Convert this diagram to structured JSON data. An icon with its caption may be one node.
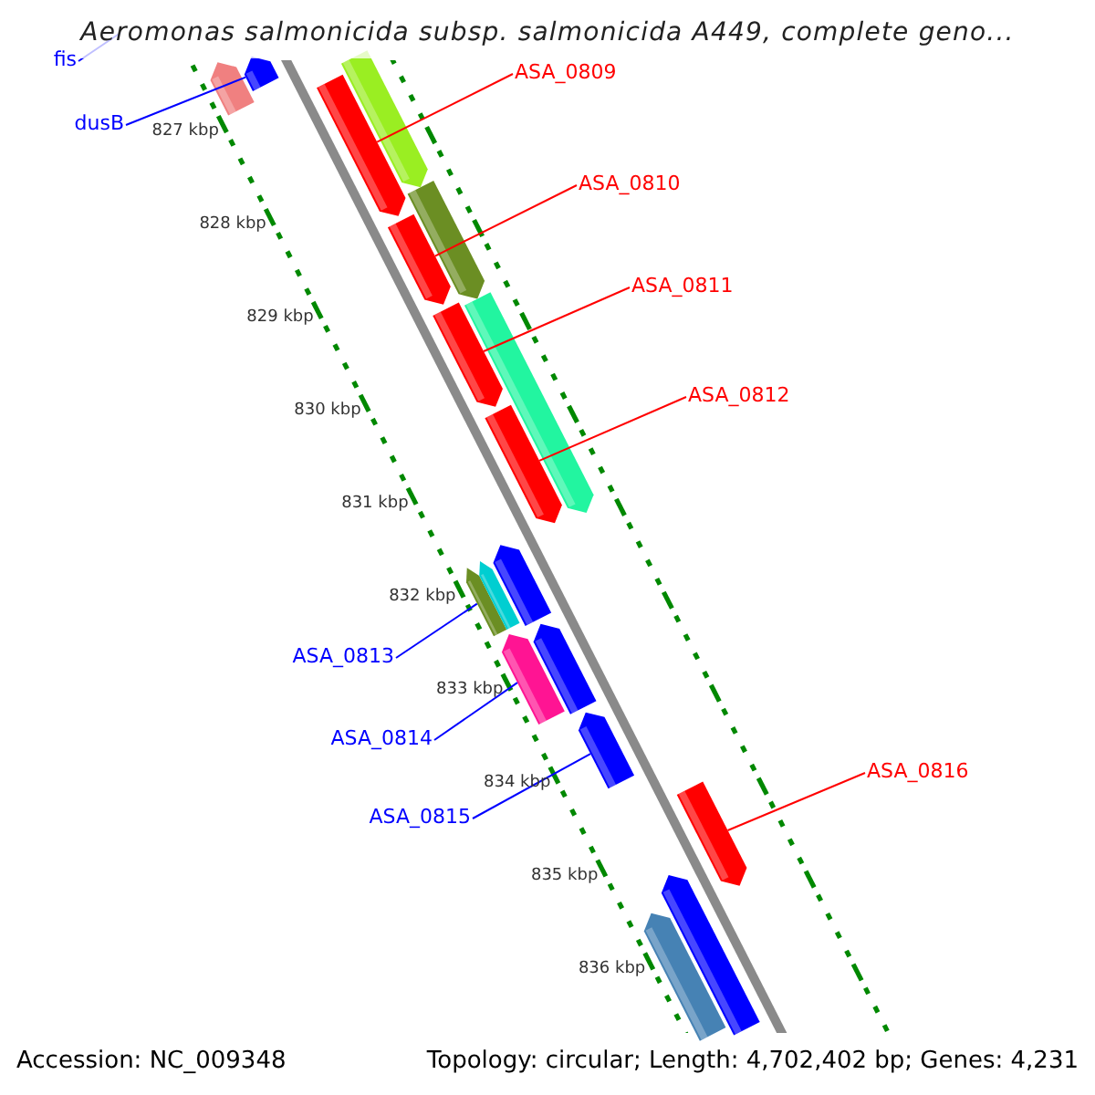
{
  "diagram": {
    "title": "Aeromonas salmonicida subsp. salmonicida A449, complete geno...",
    "nodes": [
      {
        "text": [
          "fis"
        ]
      },
      {
        "text": [
          "dusB"
        ]
      },
      {
        "text": [
          "ASA_0809"
        ]
      },
      {
        "text": [
          "ASA_0810"
        ]
      },
      {
        "text": [
          "ASA_0811"
        ]
      },
      {
        "text": [
          "ASA_0812"
        ]
      },
      {
        "text": [
          "ASA_0813"
        ]
      },
      {
        "text": [
          "ASA_0814"
        ]
      },
      {
        "text": [
          "ASA_0815"
        ]
      },
      {
        "text": [
          "ASA_0816"
        ]
      },
      {
        "text": [],
        "shape": "bar"
      },
      {
        "text": [],
        "shape": "bar"
      },
      {
        "text": [],
        "shape": "bar"
      },
      {
        "text": [],
        "shape": "bar"
      },
      {
        "text": [],
        "shape": "bar"
      },
      {
        "text": [],
        "shape": "bar"
      },
      {
        "text": [],
        "shape": "bar"
      },
      {
        "text": [],
        "shape": "bar"
      },
      {
        "text": [],
        "shape": "bar"
      },
      {
        "text": [],
        "shape": "bar"
      },
      {
        "text": [],
        "shape": "bar"
      },
      {
        "text": [],
        "shape": "bar"
      },
      {
        "text": [],
        "shape": "bar"
      },
      {
        "text": [],
        "shape": "bar"
      },
      {
        "text": [],
        "shape": "bar"
      },
      {
        "text": [],
        "shape": "bar"
      },
      {
        "text": [],
        "shape": "bar"
      },
      {
        "text": [],
        "shape": "bar"
      }
    ],
    "edges": [
      {
        "from": 0,
        "to": null,
        "arrow": "none",
        "color": "#0000ff"
      },
      {
        "from": 1,
        "to": 11,
        "arrow": "none",
        "color": "#0000ff"
      },
      {
        "from": 2,
        "to": 13,
        "arrow": "none",
        "color": "#ff0000"
      },
      {
        "from": 3,
        "to": 15,
        "arrow": "none",
        "color": "#ff0000"
      },
      {
        "from": 4,
        "to": 16,
        "arrow": "none",
        "color": "#ff0000"
      },
      {
        "from": 5,
        "to": 18,
        "arrow": "none",
        "color": "#ff0000"
      },
      {
        "from": 6,
        "to": 19,
        "arrow": "none",
        "color": "#0000ff"
      },
      {
        "from": 7,
        "to": 22,
        "arrow": "none",
        "color": "#0000ff"
      },
      {
        "from": 8,
        "to": 24,
        "arrow": "none",
        "color": "#0000ff"
      },
      {
        "from": 9,
        "to": 25,
        "arrow": "none",
        "color": "#ff0000"
      }
    ],
    "labels": [
      "827 kbp",
      "828 kbp",
      "829 kbp",
      "830 kbp",
      "831 kbp",
      "832 kbp",
      "833 kbp",
      "834 kbp",
      "835 kbp",
      "836 kbp",
      "Accession: NC_009348",
      "Topology: circular; Length: 4,702,402 bp; Genes: 4,231"
    ]
  }
}
